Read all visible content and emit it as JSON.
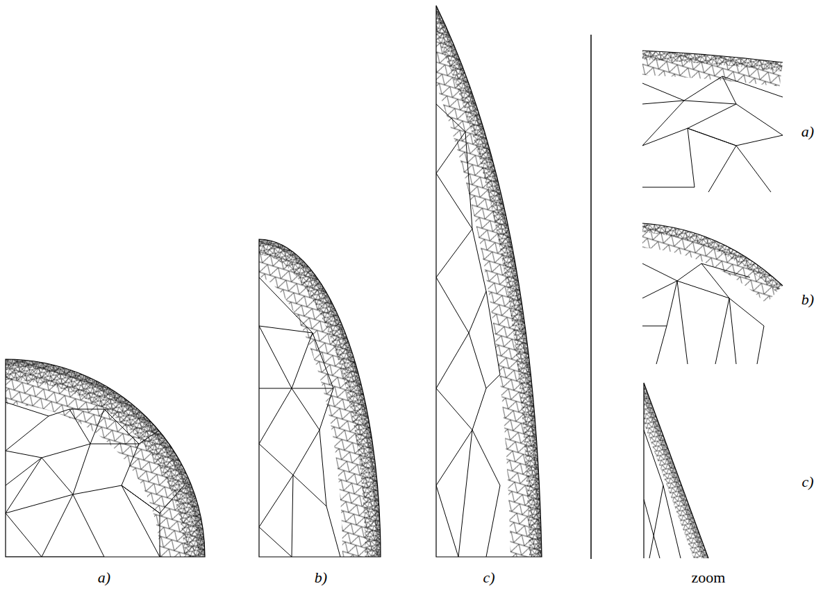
{
  "diagram": {
    "labels": [
      "a)",
      "b)",
      "c)",
      "zoom",
      "a)",
      "b)",
      "c)"
    ]
  }
}
